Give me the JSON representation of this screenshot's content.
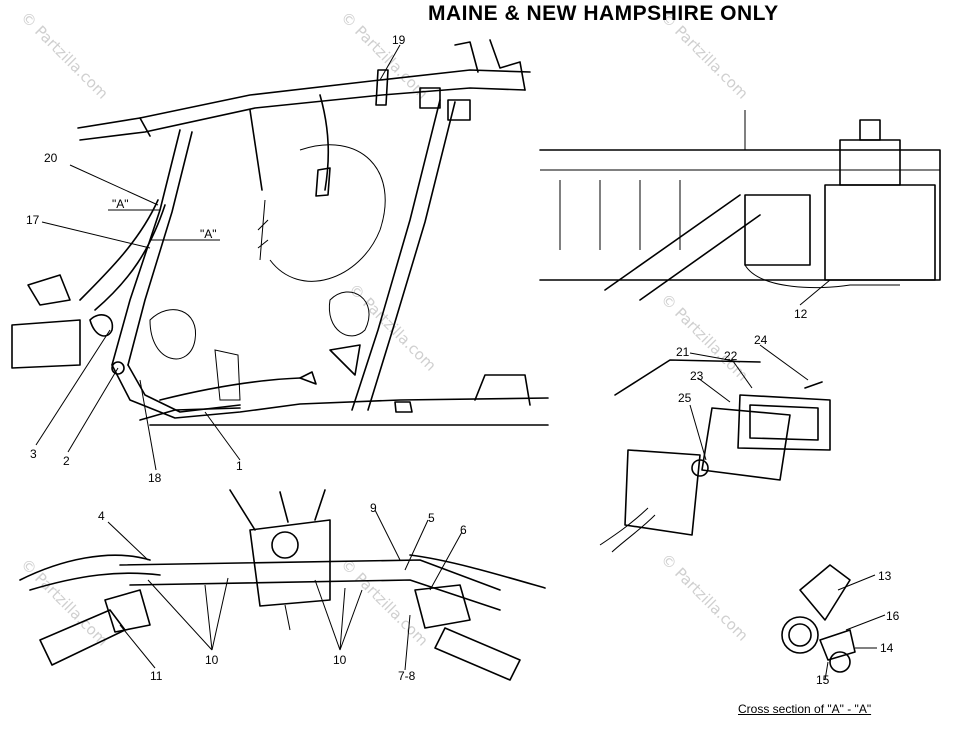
{
  "title": "MAINE & NEW HAMPSHIRE ONLY",
  "caption": "Cross section of \"A\" - \"A\"",
  "watermark": "© Partzilla.com",
  "colors": {
    "ink": "#000000",
    "watermark": "#cfcfcf",
    "paper": "#ffffff"
  },
  "callouts": {
    "c1": "1",
    "c2": "2",
    "c3": "3",
    "c4": "4",
    "c5": "5",
    "c6": "6",
    "c78": "7-8",
    "c9": "9",
    "c10a": "10",
    "c10b": "10",
    "c11": "11",
    "c12": "12",
    "c13": "13",
    "c14": "14",
    "c15": "15",
    "c16": "16",
    "c17": "17",
    "c18": "18",
    "c19": "19",
    "c20": "20",
    "c21": "21",
    "c22": "22",
    "c23": "23",
    "c24": "24",
    "c25": "25",
    "sectA1": "\"A\"",
    "sectA2": "\"A\""
  }
}
